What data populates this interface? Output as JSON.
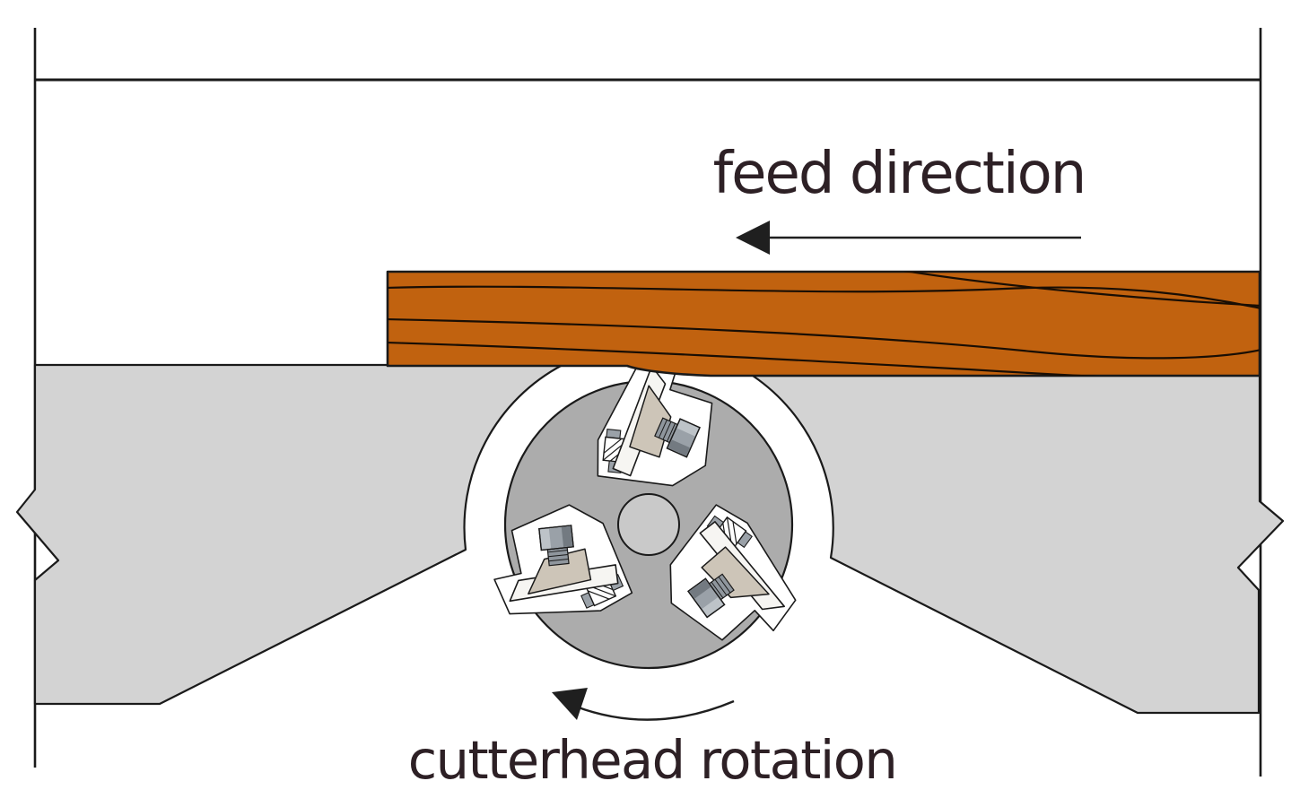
{
  "labels": {
    "feed_direction": "feed direction",
    "cutterhead_rotation": "cutterhead rotation"
  },
  "icons": {
    "feed_arrow": "left-arrow",
    "rotation_arrow": "curved-rotation-arrow",
    "break_edge": "zigzag-break-line"
  },
  "colors": {
    "background": "#ffffff",
    "line": "#1a1a1a",
    "text": "#2d2025",
    "wood": "#c1620f",
    "wood_grain": "#190e04",
    "table": "#d3d3d3",
    "cutterhead": "#acacac",
    "bore": "#c9c9c9",
    "slot": "#ffffff",
    "blade": "#f6f5f2",
    "gib": "#cdc5b8",
    "bolt": "#9aa1a8",
    "bolt_light": "#bdc3c8",
    "bolt_dark": "#737a81",
    "threads": "#8f969d",
    "arrow": "#1f1f1f"
  }
}
